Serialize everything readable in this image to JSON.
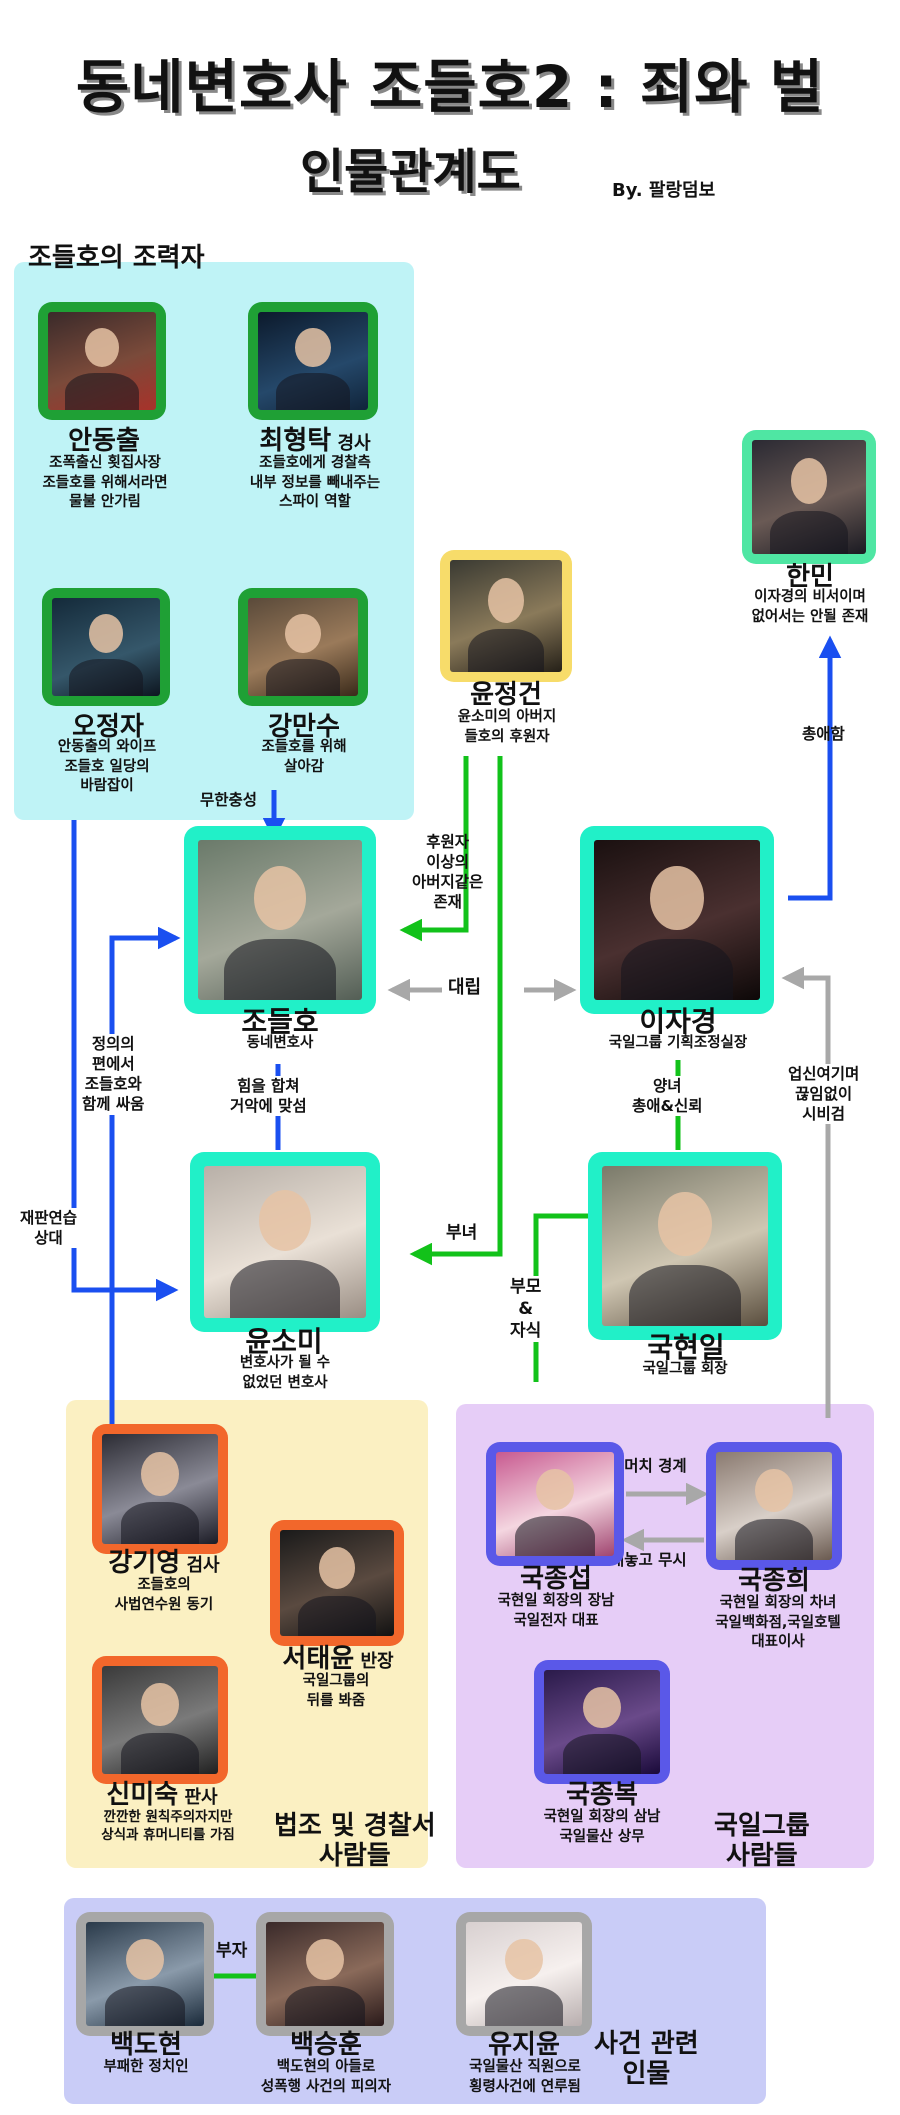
{
  "title": "동네변호사 조들호2 : 죄와 벌",
  "subtitle": "인물관계도",
  "author": "By. 팔랑덤보",
  "groups": {
    "allies": "조들호의 조력자",
    "law": "법조 및 경찰서\n사람들",
    "gukil": "국일그룹\n사람들",
    "incident": "사건 관련\n인물"
  },
  "characters": {
    "ahn": {
      "name": "안동출",
      "role": "",
      "desc": "조폭출신 횟집사장\n조들호를 위해서라면\n물불 안가림"
    },
    "choi": {
      "name": "최형탁",
      "role": " 경사",
      "desc": "조들호에게 경찰측\n내부 정보를 빼내주는\n스파이 역할"
    },
    "oh": {
      "name": "오정자",
      "role": "",
      "desc": "안동출의 와이프\n조들호 일당의\n바람잡이"
    },
    "kang": {
      "name": "강만수",
      "role": "",
      "desc": "조들호를 위해\n살아감"
    },
    "yoonj": {
      "name": "윤정건",
      "role": "",
      "desc": "윤소미의 아버지\n들호의 후원자"
    },
    "hanmin": {
      "name": "한민",
      "role": "",
      "desc": "이자경의 비서이며\n없어서는 안될 존재"
    },
    "jo": {
      "name": "조들호",
      "role": "",
      "desc": "동네변호사"
    },
    "lee": {
      "name": "이자경",
      "role": "",
      "desc": "국일그룹 기획조정실장"
    },
    "yoons": {
      "name": "윤소미",
      "role": "",
      "desc": "변호사가 될 수\n없었던 변호사"
    },
    "guk": {
      "name": "국현일",
      "role": "",
      "desc": "국일그룹 회장"
    },
    "kanggy": {
      "name": "강기영",
      "role": " 검사",
      "desc": "조들호의\n사법연수원 동기"
    },
    "seo": {
      "name": "서태윤",
      "role": " 반장",
      "desc": "국일그룹의\n뒤를 봐줌"
    },
    "shin": {
      "name": "신미숙",
      "role": " 판사",
      "desc": "깐깐한 원칙주의자지만\n상식과 휴머니티를 가짐"
    },
    "jongsub": {
      "name": "국종섭",
      "role": "",
      "desc": "국현일 회장의 장남\n국일전자 대표"
    },
    "jonghee": {
      "name": "국종희",
      "role": "",
      "desc": "국현일 회장의 차녀\n국일백화점,국일호텔\n대표이사"
    },
    "jongbok": {
      "name": "국종복",
      "role": "",
      "desc": "국현일 회장의 삼남\n국일물산 상무"
    },
    "baekdo": {
      "name": "백도현",
      "role": "",
      "desc": "부패한 정치인"
    },
    "baekseung": {
      "name": "백승훈",
      "role": "",
      "desc": "백도현의 아들로\n성폭행 사건의 피의자"
    },
    "yoo": {
      "name": "유지윤",
      "role": "",
      "desc": "국일물산 직원으로\n횡령사건에 연루됨"
    }
  },
  "edges": {
    "loyal": "무한충성",
    "sponsor": "후원자\n이상의\n아버지같은\n존재",
    "oppose": "대립",
    "dote": "총애함",
    "justice": "정의의\n편에서\n조들호와\n함께 싸움",
    "together": "힘을 합쳐\n거악에 맞섬",
    "adopted": "양녀\n총애&신뢰",
    "despise": "업신여기며\n끊임없이\n시비검",
    "trial": "재판연습\n상대",
    "fatherdaughter": "부녀",
    "parentchild": "부모\n&\n자식",
    "rival": "투머치 경계",
    "ignore": "대놓고 무시",
    "fatherson": "부자"
  },
  "colors": {
    "blue": "#1a4ff0",
    "green": "#12c21a",
    "grey": "#a8a8a8"
  }
}
